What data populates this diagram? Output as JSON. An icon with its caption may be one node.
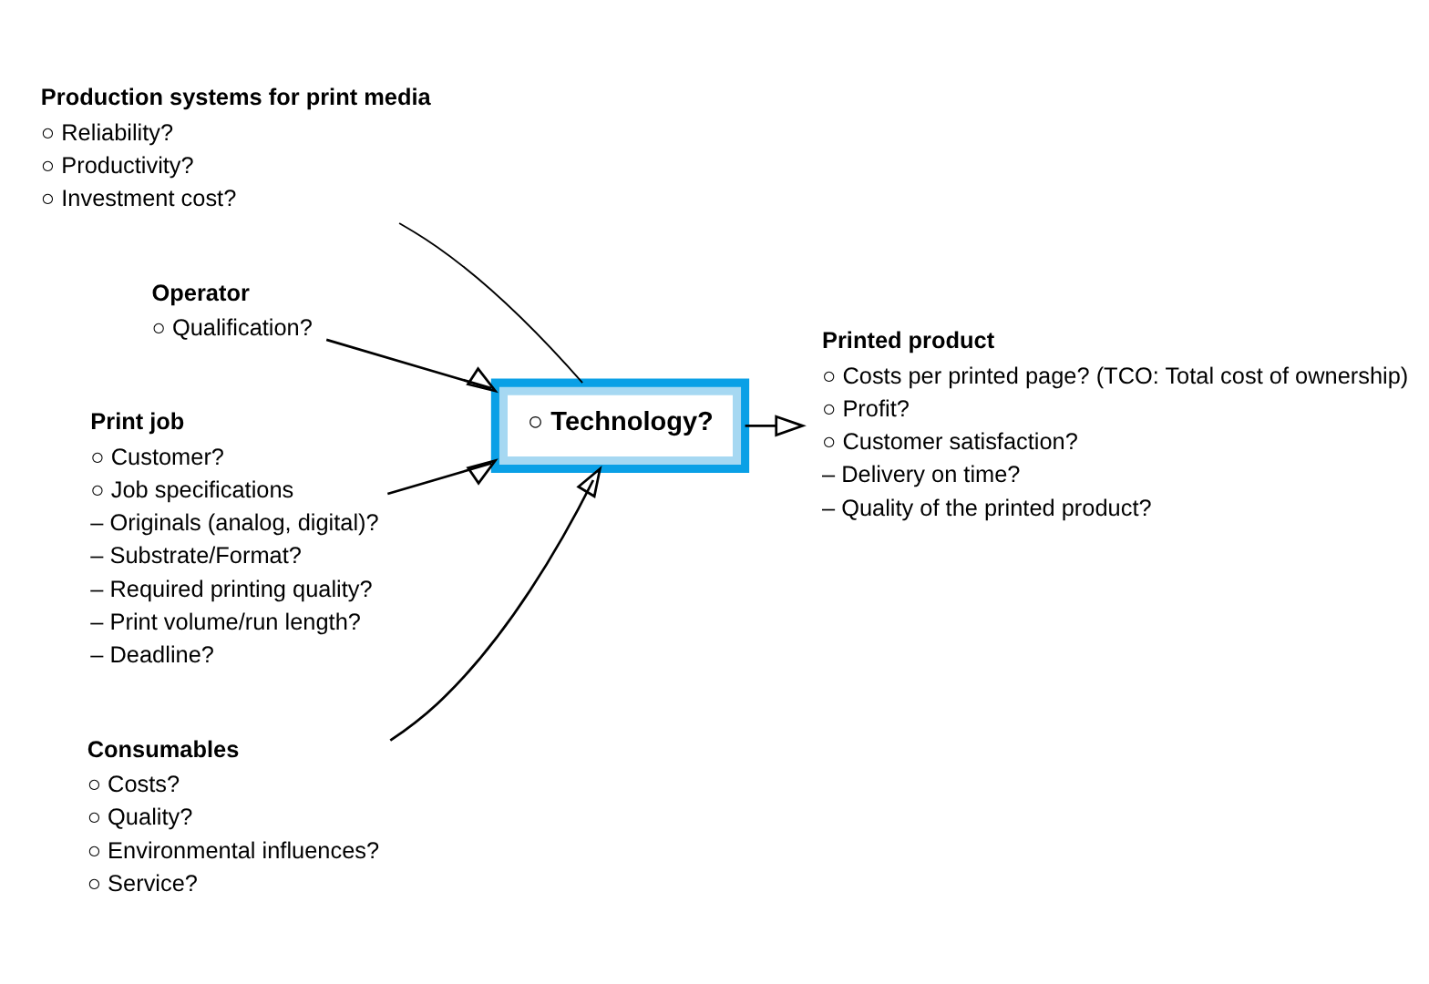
{
  "diagram": {
    "nodes": [
      {
        "text": [],
        "shape": "box"
      },
      {
        "text": [
          "○ Technology?"
        ],
        "in": 0
      },
      {
        "text": [
          "Production systems for print media",
          "○ Reliability?",
          "○ Productivity?",
          "○ Investment cost?"
        ]
      },
      {
        "text": [
          "Operator",
          "○ Qualification?"
        ]
      },
      {
        "text": [
          "Print job",
          "○ Customer?",
          "○ Job specifications",
          "– Originals (analog, digital)?",
          "– Substrate/Format?",
          "– Required printing quality?",
          "– Print volume/run length?",
          "– Deadline?"
        ]
      },
      {
        "text": [
          "Consumables",
          "○ Costs?",
          "○ Quality?",
          "○ Environmental influences?",
          "○ Service?"
        ]
      },
      {
        "text": [
          "Printed product",
          "○ Costs per printed page? (TCO: Total cost of ownership)",
          "○ Profit?",
          "○ Customer satisfaction?",
          "– Delivery on time?",
          "– Quality of the printed product?"
        ]
      }
    ],
    "edges": [
      {
        "from": 2,
        "to": 0,
        "arrow": "none"
      },
      {
        "from": 3,
        "to": 0,
        "arrow": "to"
      },
      {
        "from": 4,
        "to": 0,
        "arrow": "to"
      },
      {
        "from": 5,
        "to": 0,
        "arrow": "to"
      },
      {
        "from": 0,
        "to": 6,
        "arrow": "to"
      }
    ]
  }
}
